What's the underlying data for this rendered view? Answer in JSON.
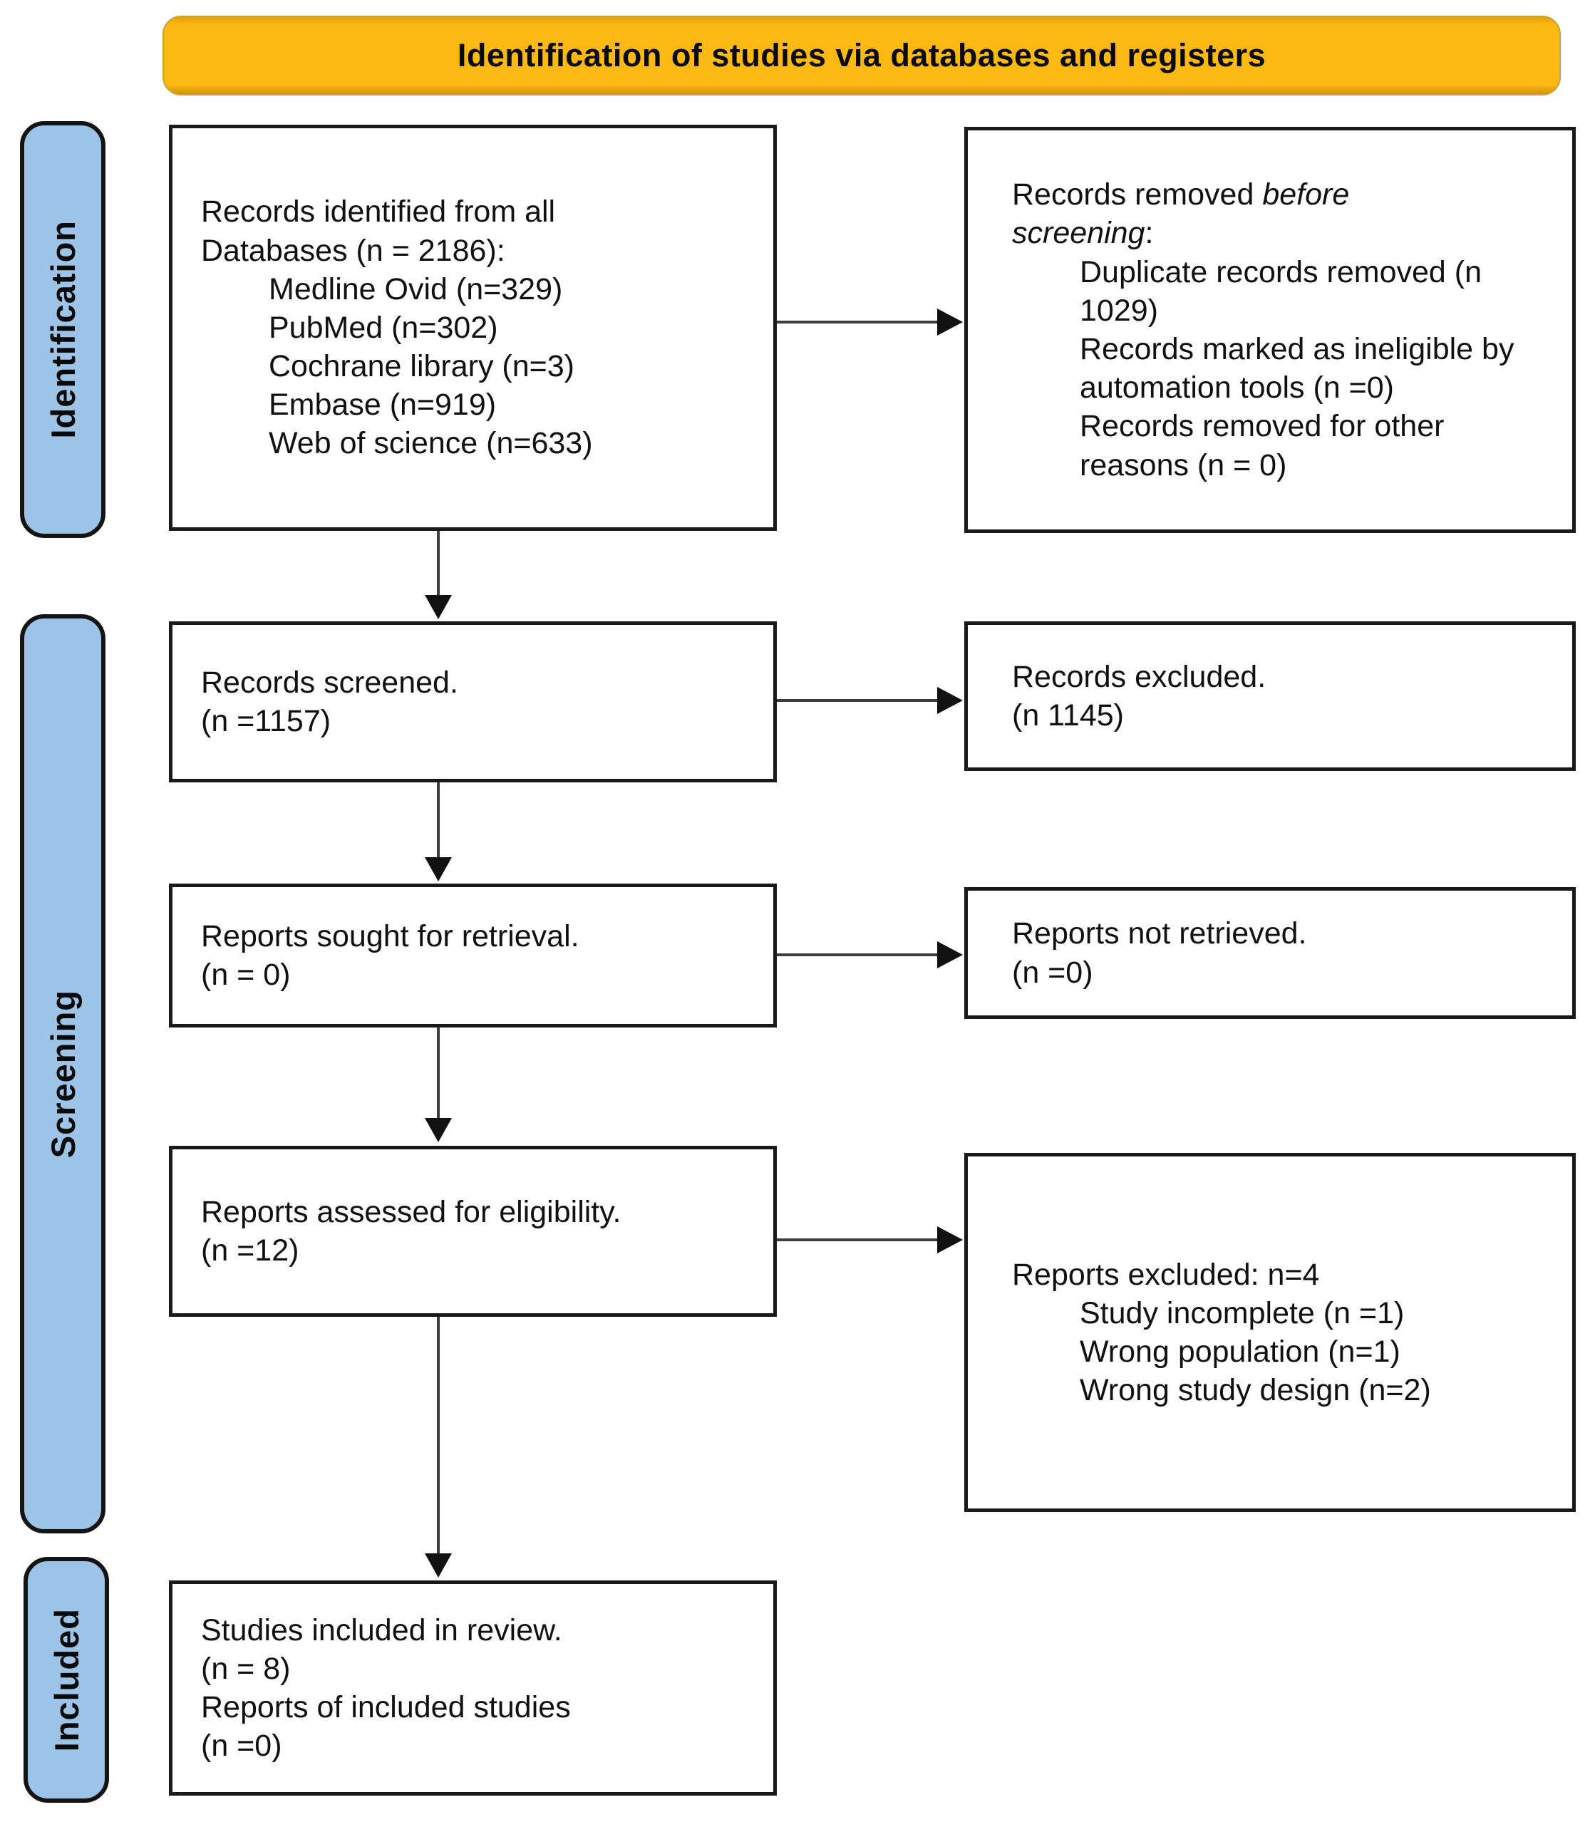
{
  "banner": {
    "title": "Identification of studies via databases and registers"
  },
  "sidebar": {
    "identification": "Identification",
    "screening": "Screening",
    "included": "Included"
  },
  "colors": {
    "banner_fill": "#FCB813",
    "stage_fill": "#9DC3E6",
    "box_border": "#1A1A1A",
    "arrow": "#111111"
  },
  "boxes": {
    "identified": {
      "heading": [
        "Records identified from all",
        "Databases (n = 2186):"
      ],
      "items": [
        "Medline Ovid (n=329)",
        "PubMed (n=302)",
        "Cochrane library (n=3)",
        "Embase (n=919)",
        "Web of science (n=633)"
      ]
    },
    "removed": {
      "h1_normal": "Records removed ",
      "h1_italic": "before",
      "h2_italic": "screening",
      "h2_normal": ":",
      "items": [
        "Duplicate records removed (n 1029)",
        "Records marked as ineligible by automation tools (n =0)",
        "Records removed for other reasons (n = 0)"
      ]
    },
    "screened": {
      "lines": [
        "Records screened.",
        "(n =1157)"
      ]
    },
    "excluded": {
      "lines": [
        "Records excluded.",
        "(n 1145)"
      ]
    },
    "sought": {
      "lines": [
        "Reports sought for retrieval.",
        "(n = 0)"
      ]
    },
    "not_retrieved": {
      "lines": [
        "Reports not retrieved.",
        "(n =0)"
      ]
    },
    "assessed": {
      "lines": [
        "Reports assessed for eligibility.",
        "(n =12)"
      ]
    },
    "reports_excluded": {
      "heading": "Reports excluded: n=4",
      "items": [
        "Study incomplete (n =1)",
        "Wrong population (n=1)",
        "Wrong study design (n=2)"
      ]
    },
    "included_review": {
      "lines": [
        "Studies included in review.",
        "(n = 8)",
        "Reports of included studies",
        "(n =0)"
      ]
    }
  }
}
